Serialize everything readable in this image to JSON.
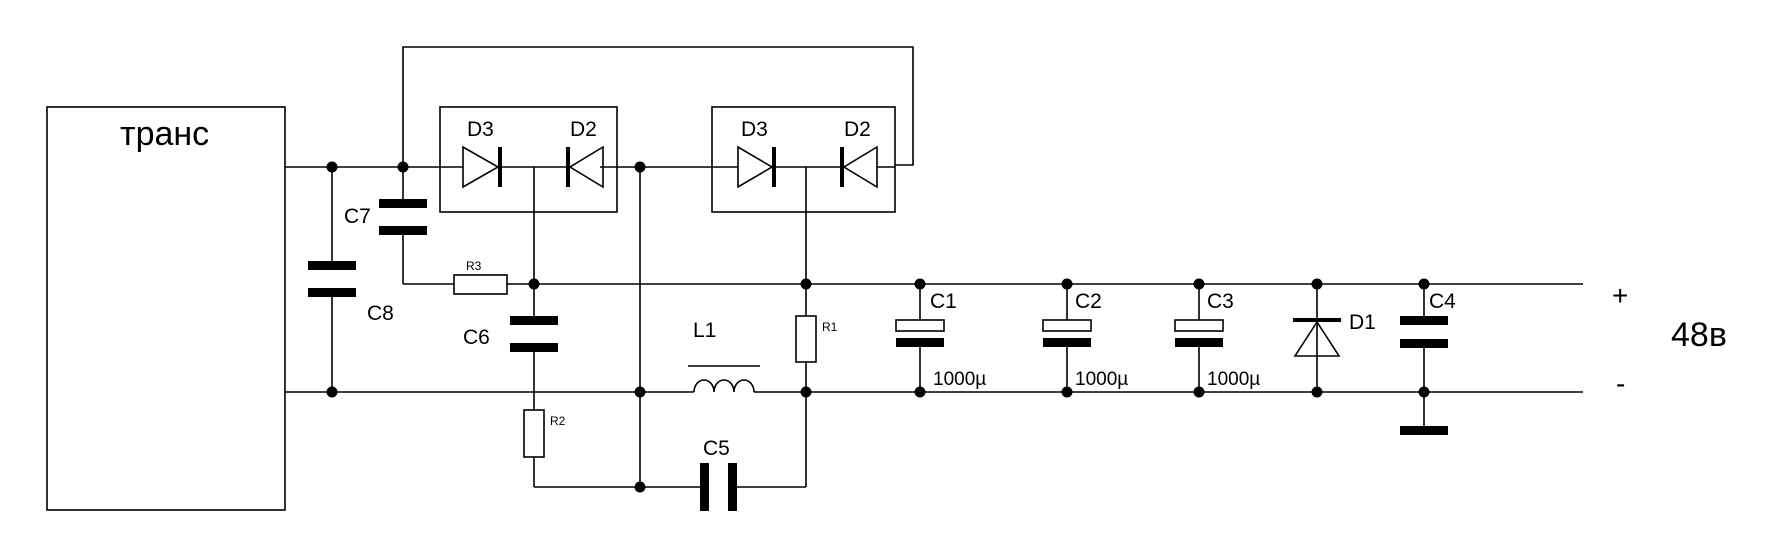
{
  "transformer": {
    "label": "транс"
  },
  "diode_pack_left": {
    "d3": "D3",
    "d2": "D2"
  },
  "diode_pack_right": {
    "d3": "D3",
    "d2": "D2"
  },
  "components": {
    "c1": "C1",
    "c2": "C2",
    "c3": "C3",
    "c4": "C4",
    "c5": "C5",
    "c6": "C6",
    "c7": "C7",
    "c8": "C8",
    "r1": "R1",
    "r2": "R2",
    "r3": "R3",
    "l1": "L1",
    "d1": "D1"
  },
  "values": {
    "c1": "1000µ",
    "c2": "1000µ",
    "c3": "1000µ"
  },
  "output": {
    "plus": "+",
    "minus": "-",
    "voltage": "48в"
  },
  "colors": {
    "ink": "#000000",
    "background": "#ffffff"
  }
}
